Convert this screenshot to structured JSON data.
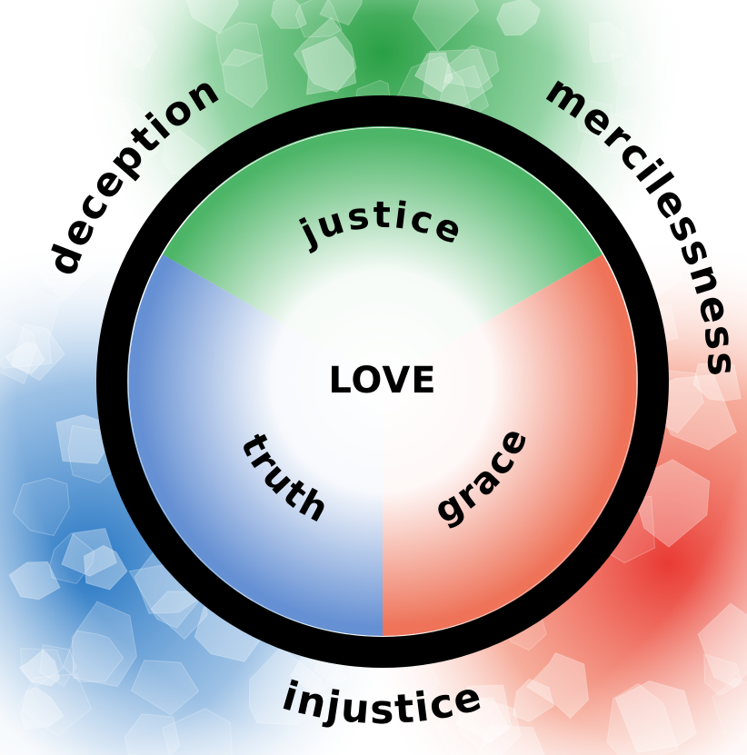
{
  "center_word": "LOVE",
  "inner_words": [
    "justice",
    "truth",
    "grace"
  ],
  "outer_words": [
    "deception",
    "mercilessness",
    "injustice"
  ],
  "colors": {
    "green": "#1e9a3a",
    "red": "#e8302a",
    "blue": "#1a6fc0",
    "ring": "#000000",
    "text": "#000000",
    "background": "#ffffff"
  }
}
